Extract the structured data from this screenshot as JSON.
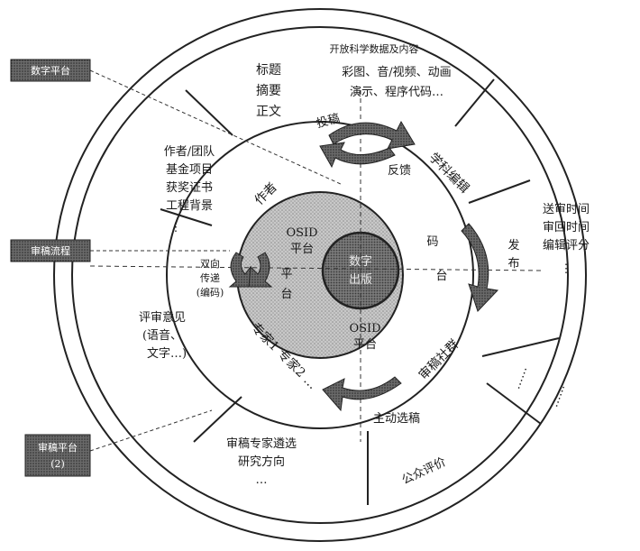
{
  "labels": {
    "outer_top": [
      "开放科学数据及内容",
      "彩图、音/视频、动画",
      "演示、程序代码…"
    ],
    "content_block": [
      "标题",
      "摘要",
      "正文"
    ],
    "author_info": [
      "作者/团队",
      "基金项目",
      "获奖证书",
      "工程背景",
      "⋮"
    ],
    "review_opinion": [
      "评审意见",
      "(语音、",
      "文字…)"
    ],
    "review_experts": [
      "审稿专家遴选",
      "研究方向",
      "…"
    ],
    "public_review": [
      "公众评价"
    ],
    "right_times": [
      "送审时间",
      "审回时间",
      "编辑评分",
      "⋮"
    ],
    "right_dots": [
      "……",
      "……"
    ],
    "ring": {
      "author": "作者",
      "editor": "学科编辑",
      "community": "审稿社群",
      "experts": "专家1  专家2 …",
      "submit": "投稿",
      "feedback": "反馈",
      "send": "发",
      "send2": "布",
      "two_way": [
        "双向",
        "传递",
        "(编码)"
      ],
      "active_select": "主动选稿"
    },
    "osid": {
      "top": [
        "OSID",
        "平台"
      ],
      "bottom": [
        "OSID",
        "平台"
      ],
      "left": "平",
      "left2": "台",
      "right": "码",
      "right2": "台",
      "center": [
        "数字",
        "出版"
      ]
    },
    "callouts": [
      "数字平台",
      "审稿流程",
      "审稿平台",
      "(2)"
    ]
  }
}
